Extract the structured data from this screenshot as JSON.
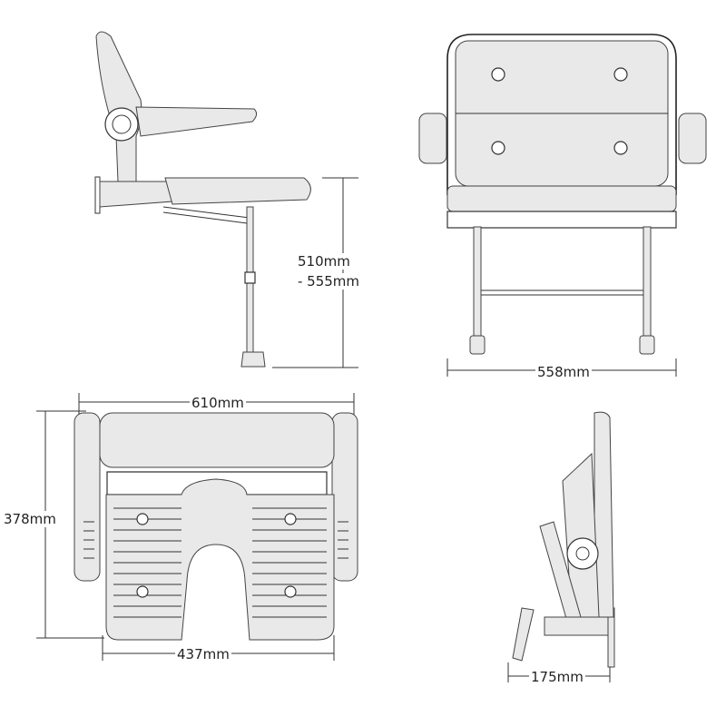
{
  "title": "Folding shower seat dimension drawing",
  "views": {
    "side": {
      "height_label_1": "510mm",
      "height_label_2": "- 555mm"
    },
    "front": {
      "width_label": "558mm"
    },
    "top": {
      "width_label": "610mm",
      "depth_label": "378mm",
      "seat_width_label": "437mm"
    },
    "folded": {
      "depth_label": "175mm"
    }
  },
  "colors": {
    "line": "#222222",
    "fill": "#e9e9e9",
    "background": "#ffffff"
  }
}
